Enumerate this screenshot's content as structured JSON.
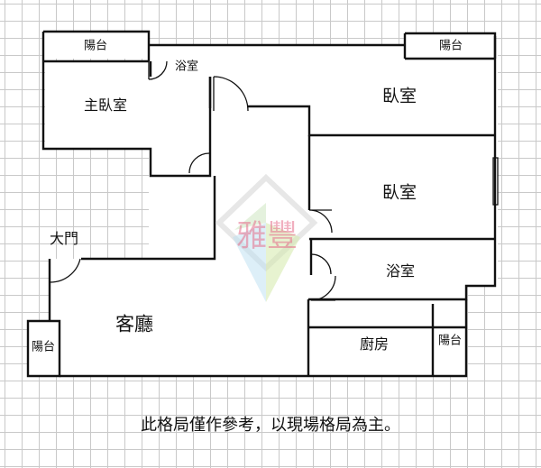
{
  "rooms": {
    "balcony_top_left": "陽台",
    "balcony_top_right": "陽台",
    "master_bedroom": "主臥室",
    "bathroom_small": "浴室",
    "bedroom_top": "臥室",
    "bedroom_middle": "臥室",
    "main_door": "大門",
    "bathroom_right": "浴室",
    "living_room": "客廳",
    "kitchen": "廚房",
    "balcony_bottom_left": "陽台",
    "balcony_bottom_right": "陽台"
  },
  "watermark": {
    "text": "雅豐",
    "color": "#d9365a"
  },
  "disclaimer": "此格局僅作參考，以現場格局為主。"
}
